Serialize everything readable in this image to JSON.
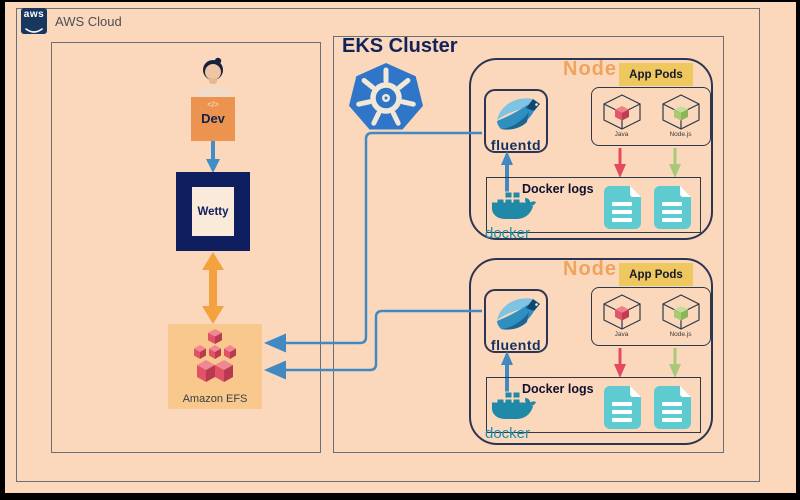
{
  "aws": {
    "logo_text": "aws",
    "cloud_label": "AWS Cloud"
  },
  "left_section": {
    "dev": {
      "code_glyph": "</>",
      "label": "Dev"
    },
    "wetty": {
      "label": "Wetty"
    },
    "efs": {
      "label": "Amazon EFS"
    }
  },
  "eks": {
    "title": "EKS Cluster"
  },
  "nodes": [
    {
      "title": "Node",
      "app_pods": "App Pods",
      "fluentd": "fluentd",
      "docker_logs": "Docker logs",
      "docker": "docker",
      "pods": [
        {
          "name": "Java"
        },
        {
          "name": "Node.js"
        }
      ]
    },
    {
      "title": "Node",
      "app_pods": "App Pods",
      "fluentd": "fluentd",
      "docker_logs": "Docker logs",
      "docker": "docker",
      "pods": [
        {
          "name": "Java"
        },
        {
          "name": "Node.js"
        }
      ]
    }
  ],
  "icons": [
    "aws-logo-icon",
    "person-icon",
    "kubernetes-helm-icon",
    "fluentd-bird-icon",
    "cube-java-icon",
    "cube-nodejs-icon",
    "docker-whale-icon",
    "log-document-icon",
    "efs-cubes-icon",
    "arrow-down-icon",
    "arrow-double-icon",
    "arrow-up-icon"
  ],
  "colors": {
    "background": "#fbd8bc",
    "frame": "#000000",
    "border_gray": "#6a6e78",
    "navy": "#12235b",
    "node_border": "#2c3552",
    "node_title_orange": "#f0a35c",
    "app_pods_yellow": "#eec75e",
    "dev_orange": "#ed9350",
    "wetty_navy": "#0e1e5e",
    "efs_panel": "#f8c88c",
    "efs_red": "#e05266",
    "kubernetes_blue": "#2f76c9",
    "steel_blue_arrow": "#4289c2",
    "orange_arrow": "#f3a23f",
    "docker_teal": "#2089a8",
    "document_teal": "#5ecbd1",
    "java_red_arrow": "#e54b60",
    "nodejs_green_arrow": "#a9c97a"
  }
}
